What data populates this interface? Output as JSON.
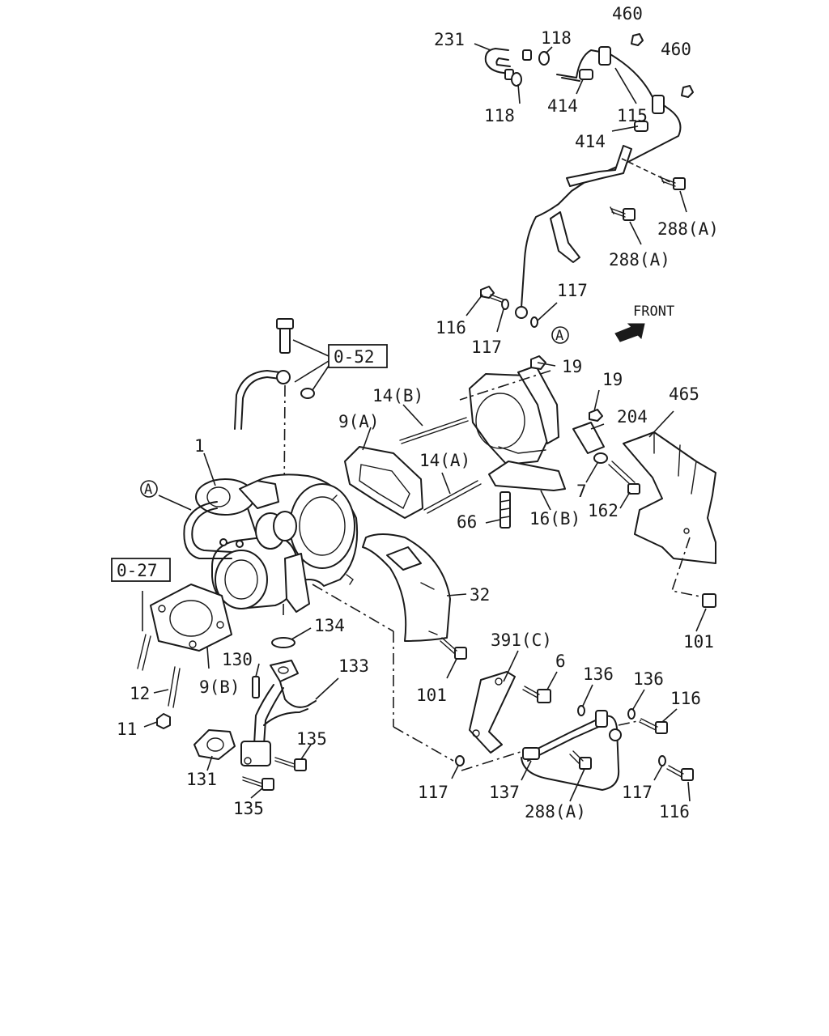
{
  "callouts": {
    "c460a": "460",
    "c460b": "460",
    "c231": "231",
    "c118a": "118",
    "c118b": "118",
    "c414a": "414",
    "c115": "115",
    "c414b": "414",
    "c288a1": "288(A)",
    "c288a2": "288(A)",
    "c116a": "116",
    "c117a": "117",
    "c117b": "117",
    "c19a": "19",
    "c19b": "19",
    "c14b": "14(B)",
    "c9a": "9(A)",
    "c14a": "14(A)",
    "c204": "204",
    "c465": "465",
    "c1": "1",
    "c7": "7",
    "c66": "66",
    "c16b": "16(B)",
    "c162": "162",
    "c32": "32",
    "c134": "134",
    "c130": "130",
    "c133": "133",
    "c9b": "9(B)",
    "c12": "12",
    "c11": "11",
    "c101a": "101",
    "c101b": "101",
    "c391c": "391(C)",
    "c6": "6",
    "c136a": "136",
    "c136b": "136",
    "c116b": "116",
    "c135a": "135",
    "c131": "131",
    "c135b": "135",
    "c117c": "117",
    "c137": "137",
    "c288a3": "288(A)",
    "c117d": "117",
    "c116c": "116"
  },
  "refs": {
    "r052": "0-52",
    "r027": "0-27"
  },
  "markers": {
    "a1": "A",
    "a2": "A"
  },
  "front_label": "FRONT"
}
